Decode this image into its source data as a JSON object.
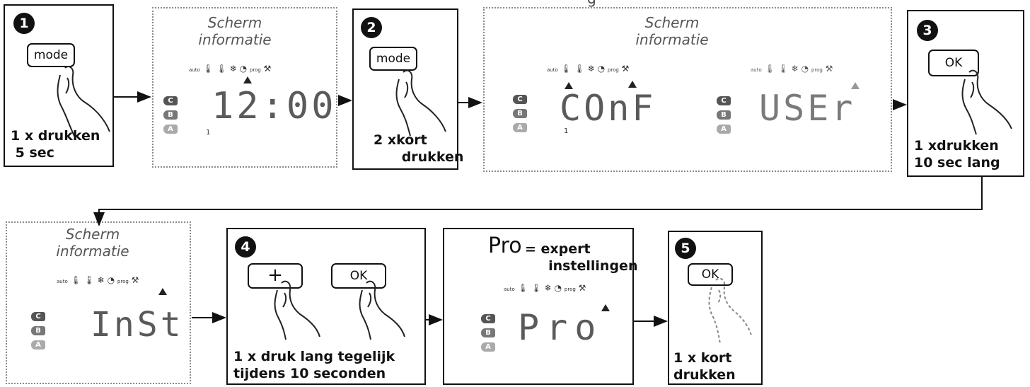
{
  "steps": [
    {
      "number": "1",
      "key": "mode",
      "caption": "1 x drukken\n 5 sec"
    },
    {
      "number": "2",
      "key": "mode",
      "caption": "2 xkort\n      drukken"
    },
    {
      "number": "3",
      "key": "OK",
      "caption": "1 xdrukken\n10 sec lang"
    },
    {
      "number": "4",
      "key_plus": "+",
      "key_ok": "OK",
      "caption": "1 x druk lang tegelijk\ntijdens 10 seconden"
    },
    {
      "number": "5",
      "key": "OK",
      "caption": "1 x kort\ndrukken"
    }
  ],
  "screens": [
    {
      "label": "Scherm\ninformatie",
      "display": "12:00",
      "marker": "1"
    },
    {
      "label": "Scherm\ninformatie",
      "display_left": "COnF",
      "display_right": "USEr",
      "marker": "1"
    },
    {
      "label": "Scherm\ninformatie",
      "display": "InSt"
    }
  ],
  "pro_screen": {
    "prefix": "Pro",
    "suffix": "= expert\n     instellingen",
    "display": "Pro"
  },
  "lcd": {
    "mode_labels": [
      "C",
      "B",
      "A"
    ],
    "icon_text": "auto",
    "prog_text": "prog"
  },
  "top_partial_letter": "g",
  "colors": {
    "ink": "#111111",
    "dotted_border": "#8a8a8a",
    "lcd_digits": "#5a5a5a"
  }
}
